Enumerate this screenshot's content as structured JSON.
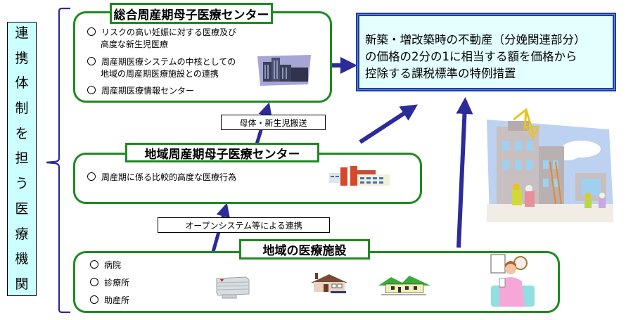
{
  "side_label": {
    "text": "連携体制を担う医療機関",
    "chars": [
      "連",
      "携",
      "体",
      "制",
      "を",
      "担",
      "う",
      "医",
      "療",
      "機",
      "関"
    ]
  },
  "general_center": {
    "title": "総合周産期母子医療センター",
    "items": [
      {
        "line1": "リスクの高い妊娠に対する医療及び",
        "line2": "高度な新生児医療"
      },
      {
        "line1": "周産期医療システムの中核としての",
        "line2": "地域の周産期医療施設との連携"
      },
      {
        "line1": "周産期医療情報センター",
        "line2": ""
      }
    ],
    "image_icon": "hospital-complex-icon"
  },
  "regional_center": {
    "title": "地域周産期母子医療センター",
    "items": [
      {
        "line1": "周産期に係る比較的高度な医療行為"
      }
    ],
    "image_icon": "hospital-building-icon"
  },
  "local_facilities": {
    "title": "地域の医療施設",
    "items": [
      "病院",
      "診療所",
      "助産所"
    ],
    "image_icons": [
      "hospital-icon",
      "clinic-house-icon",
      "midwife-house-icon",
      "pregnant-woman-icon"
    ]
  },
  "arrow_labels": {
    "transport": "母体・新生児搬送",
    "open_system": "オープンシステム等による連携"
  },
  "result_box": {
    "lines": [
      "新築・増改築時の不動産（分娩関連部分）",
      "の価格の2分の1に相当する額を価格から",
      "控除する課税標準の特例措置"
    ]
  },
  "construction_image": {
    "icon": "construction-site-icon"
  },
  "colors": {
    "panel_border": "#1e8a1e",
    "arrow": "#2b2b9a",
    "result_bg": "#e4ffff",
    "result_border": "#1f3fa0",
    "side_label_bg": "#ccffff",
    "brace": "#2b2b9a"
  }
}
